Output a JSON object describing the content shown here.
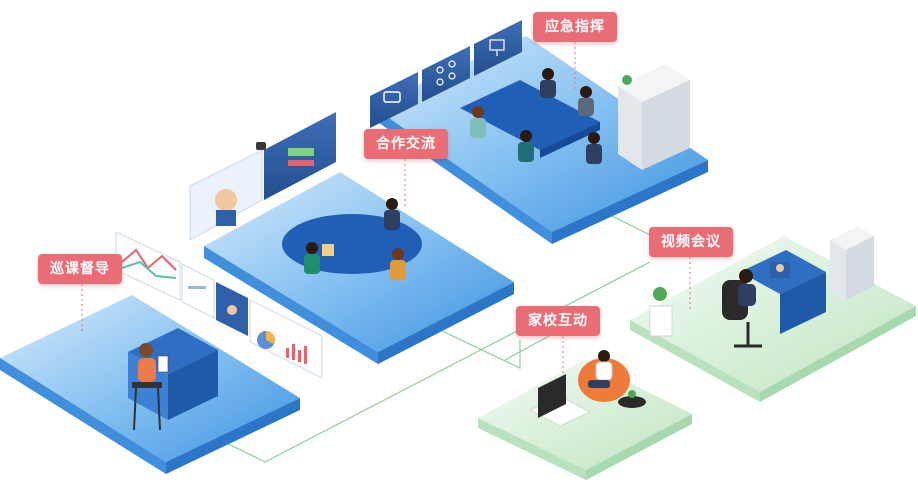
{
  "labels": {
    "emergency_command": "应急指挥",
    "cooperation_exchange": "合作交流",
    "patrol_supervision": "巡课督导",
    "video_conference": "视频会议",
    "home_school_interaction": "家校互动"
  },
  "colors": {
    "label_bg": "#ea6d75",
    "blue_platform_top": "#4a9fe6",
    "blue_platform_side": "#2c7fcf",
    "green_platform_top": "#cfeccf",
    "green_platform_side": "#b3dfb6",
    "connector_line": "#7fcf8f",
    "table_blue": "#1f5fb8",
    "screen_dark": "#2a4f8f"
  },
  "icons": [
    "video-camera-icon",
    "drone-icon",
    "presentation-icon",
    "chart-icon",
    "pie-chart-icon",
    "bar-chart-icon",
    "person-icon"
  ]
}
